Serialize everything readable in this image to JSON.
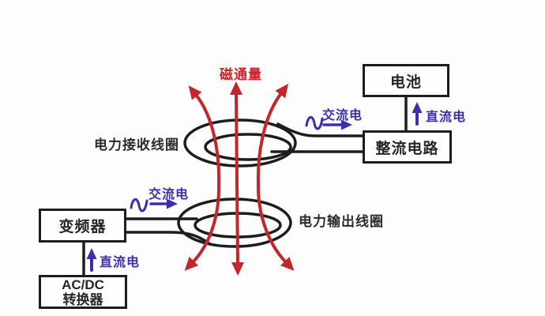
{
  "diagram": {
    "flux_label": "磁通量",
    "coil_labels": {
      "receiving": "电力接收线圈",
      "output": "电力输出线圈"
    },
    "current_labels": {
      "ac_top": "交流电",
      "dc_top": "直流电",
      "ac_bottom": "交流电",
      "dc_bottom": "直流电"
    },
    "boxes": {
      "battery": "电池",
      "rectifier": "整流电路",
      "inverter": "变频器",
      "acdc_line1": "AC/DC",
      "acdc_line2": "转换器"
    },
    "colors": {
      "flux_red": "#c1272b",
      "flux_text_red": "#cc2328",
      "signal_blue": "#3b2fb0",
      "wire_black": "#1d1d1d",
      "background": "#fdfdfd"
    }
  }
}
